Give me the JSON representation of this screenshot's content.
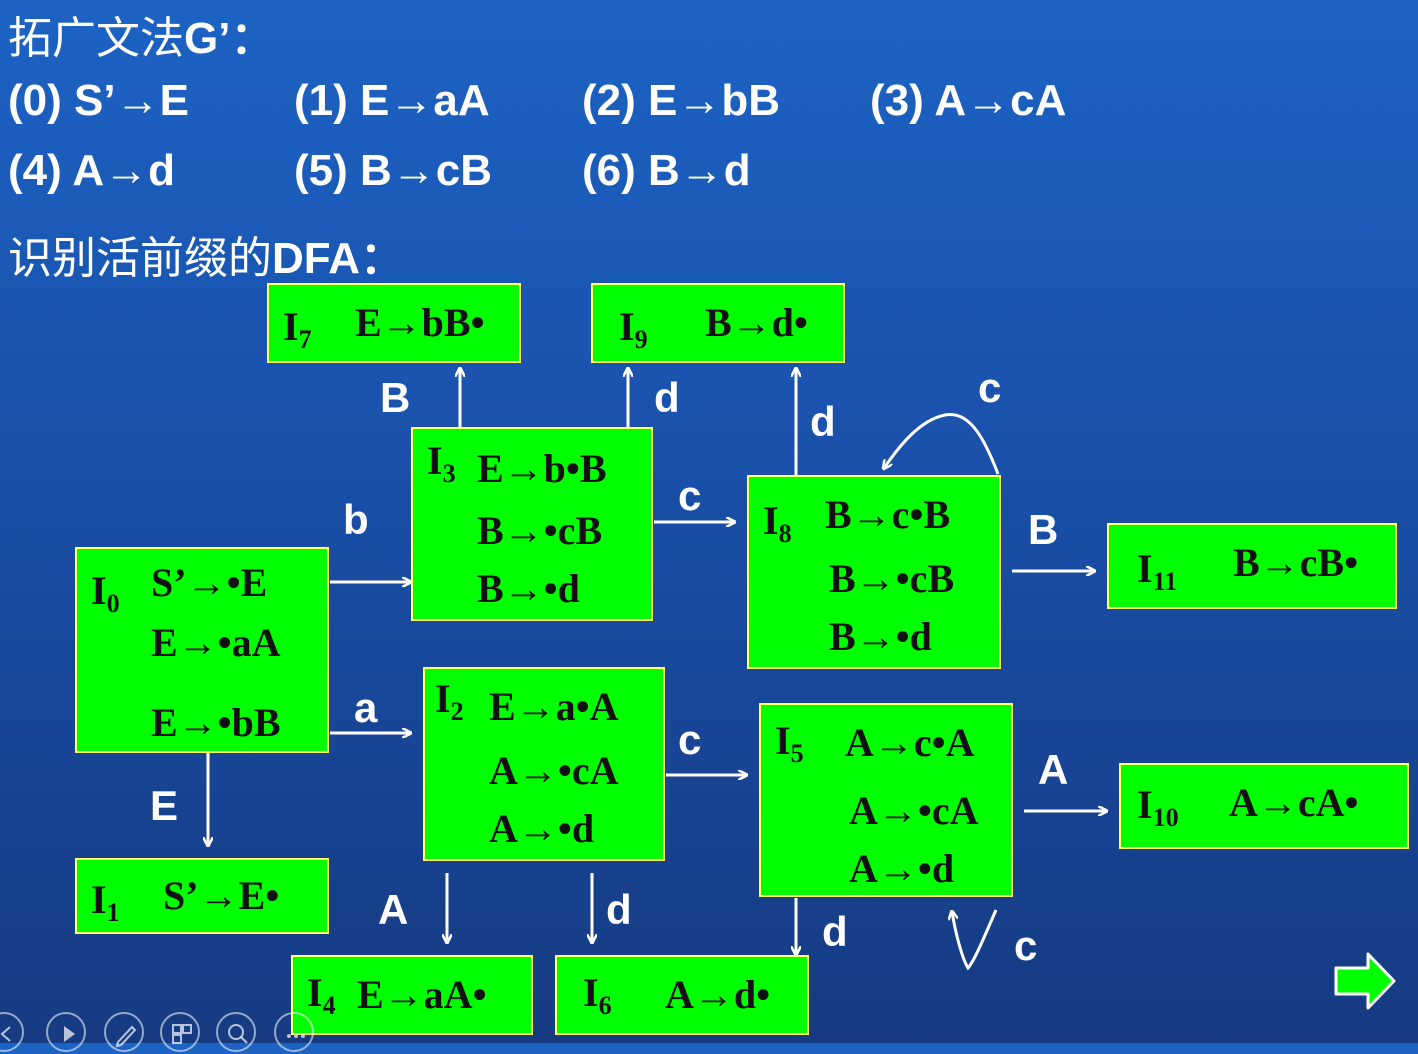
{
  "title": {
    "cjk": "拓广文法",
    "rest": "G’："
  },
  "productions": [
    {
      "label": "(0)  S’→E"
    },
    {
      "label": "(1)  E→aA"
    },
    {
      "label": "(2)  E→bB"
    },
    {
      "label": "(3)  A→cA"
    },
    {
      "label": "(4)  A→d"
    },
    {
      "label": "(5)  B→cB"
    },
    {
      "label": "(6)  B→d"
    }
  ],
  "dfa_heading": {
    "cjk": "识别活前缀的",
    "rest": "DFA："
  },
  "states": {
    "I0": {
      "name": "I",
      "sub": "0",
      "items": [
        "S’→•E",
        "E→•aA",
        "E→•bB"
      ]
    },
    "I1": {
      "name": "I",
      "sub": "1",
      "items": [
        "S’→E•"
      ]
    },
    "I2": {
      "name": "I",
      "sub": "2",
      "items": [
        "E→a•A",
        "A→•cA",
        "A→•d"
      ]
    },
    "I3": {
      "name": "I",
      "sub": "3",
      "items": [
        "E→b•B",
        "B→•cB",
        "B→•d"
      ]
    },
    "I4": {
      "name": "I",
      "sub": "4",
      "items": [
        "E→aA•"
      ]
    },
    "I5": {
      "name": "I",
      "sub": "5",
      "items": [
        "A→c•A",
        "A→•cA",
        "A→•d"
      ]
    },
    "I6": {
      "name": "I",
      "sub": "6",
      "items": [
        "A→d•"
      ]
    },
    "I7": {
      "name": "I",
      "sub": "7",
      "items": [
        "E→bB•"
      ]
    },
    "I8": {
      "name": "I",
      "sub": "8",
      "items": [
        "B→c•B",
        "B→•cB",
        "B→•d"
      ]
    },
    "I9": {
      "name": "I",
      "sub": "9",
      "items": [
        "B→d•"
      ]
    },
    "I10": {
      "name": "I",
      "sub": "10",
      "items": [
        "A→cA•"
      ]
    },
    "I11": {
      "name": "I",
      "sub": "11",
      "items": [
        "B→cB•"
      ]
    }
  },
  "transitions": {
    "I0_b_I3": "b",
    "I0_a_I2": "a",
    "I0_E_I1": "E",
    "I3_B_I7": "B",
    "I3_d_I9": "d",
    "I3_c_I8": "c",
    "I8_d_I9": "d",
    "I8_c_I8": "c",
    "I8_B_I11": "B",
    "I2_c_I5": "c",
    "I2_A_I4": "A",
    "I2_d_I6": "d",
    "I5_A_I10": "A",
    "I5_d_I6": "d",
    "I5_c_I5": "c"
  },
  "colors": {
    "state_fill": "#00ff00",
    "state_border": "#ffff66",
    "background": "#1a54b0",
    "next_arrow": "#00ff00"
  },
  "icons": [
    "previous-icon",
    "play-icon",
    "pen-icon",
    "slides-icon",
    "zoom-icon",
    "more-icon",
    "next-slide-arrow-icon"
  ]
}
